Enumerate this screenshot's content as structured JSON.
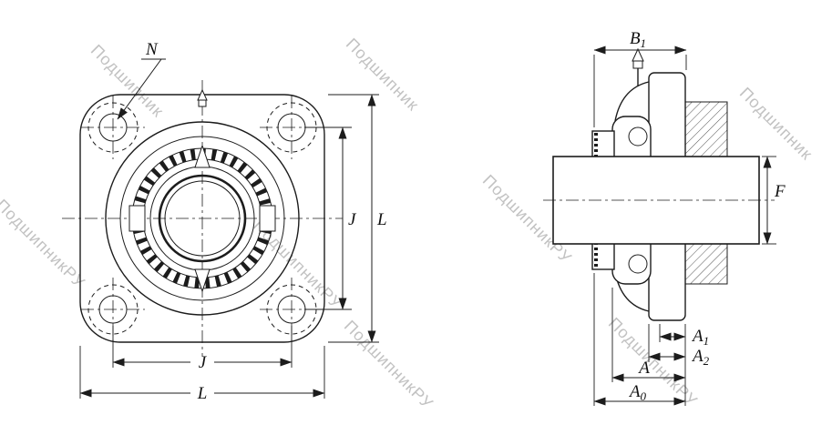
{
  "watermark": {
    "full": "ПодшипникРУ",
    "short": "Подшипник"
  },
  "front_view": {
    "labels": {
      "n": "N",
      "j_side": "J",
      "l_side": "L",
      "j_bottom": "J",
      "l_bottom": "L"
    }
  },
  "side_view": {
    "labels": {
      "b1": {
        "main": "B",
        "sub": "1"
      },
      "f": "F",
      "a1": {
        "main": "A",
        "sub": "1"
      },
      "a2": {
        "main": "A",
        "sub": "2"
      },
      "a": "A",
      "a0": {
        "main": "A",
        "sub": "0"
      }
    }
  }
}
